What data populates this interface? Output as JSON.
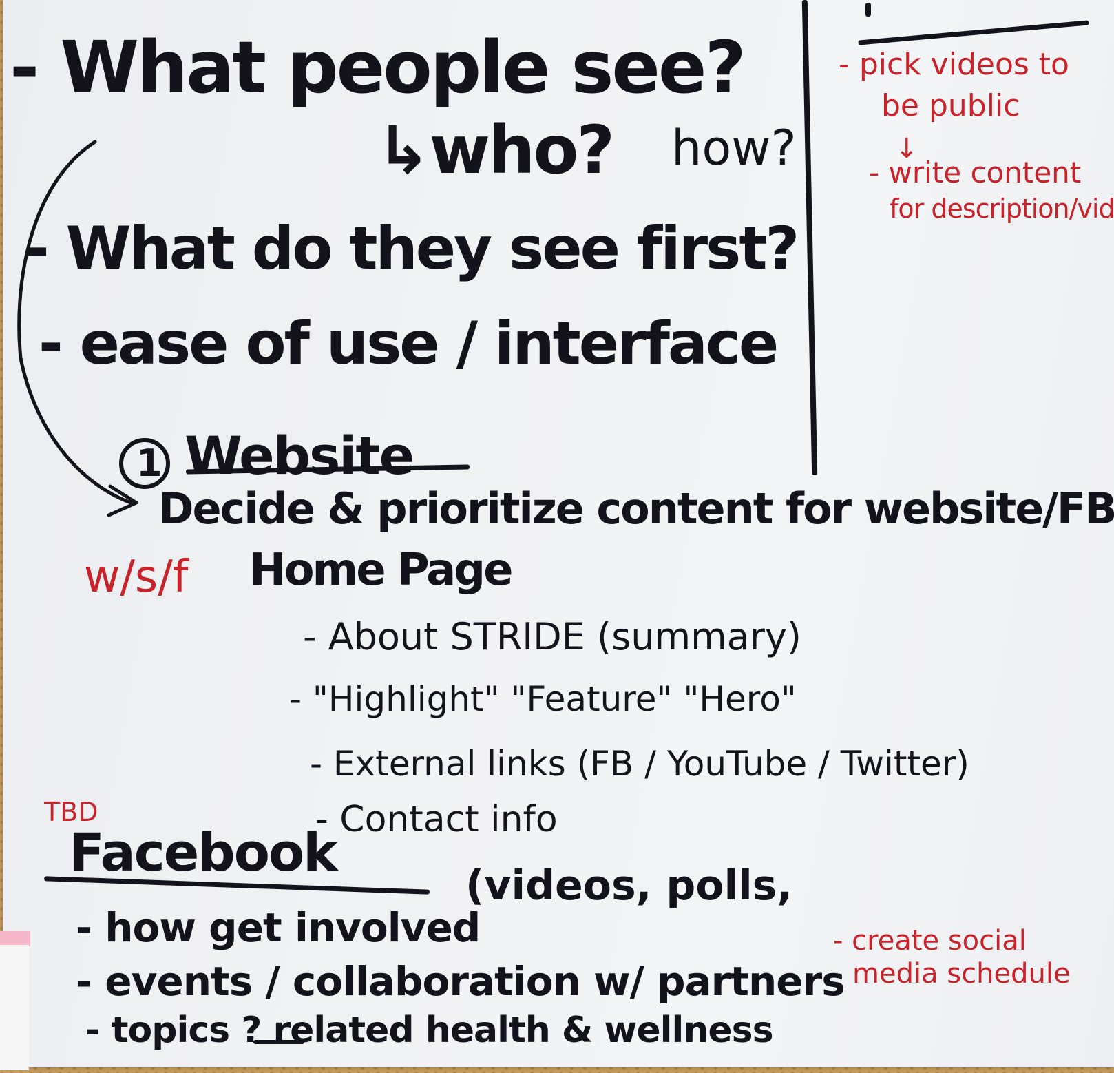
{
  "board": {
    "line1": "- What people see?",
    "line2_who": "↳who?",
    "line2_how": "how?",
    "line3": "- What do they see first?",
    "line4": "- ease of use / interface",
    "section_number": "1",
    "website_heading": "Website",
    "decide_line": "Decide & prioritize content for website/FB",
    "wsf_label": "w/s/f",
    "home_page": "Home Page",
    "hp_items": [
      "- About STRIDE (summary)",
      "- \"Highlight\" \"Feature\" \"Hero\"",
      "- External links (FB / YouTube / Twitter)",
      "- Contact info"
    ],
    "tbd_label": "TBD",
    "facebook_heading": "Facebook",
    "fb_aside": "(videos, polls,",
    "fb_items": [
      "- how get involved",
      "- events / collaboration w/ partners",
      "- topics ? related health & wellness"
    ],
    "side_notes": {
      "note1_line1": "- pick videos to",
      "note1_line2": "be public",
      "note1_arrow": "↓",
      "note2_line1": "- write content",
      "note2_line2": "for description/videos"
    },
    "social_note_line1": "- create social",
    "social_note_line2": "media schedule"
  },
  "colors": {
    "ink": "#14131c",
    "red_ink": "#c8232a",
    "paper": "#f1f2f4",
    "cork": "#c59a5e"
  }
}
